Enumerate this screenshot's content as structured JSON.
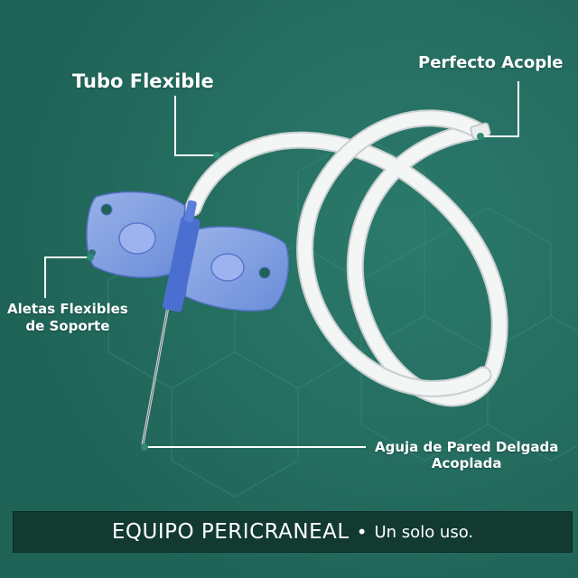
{
  "labels": {
    "tubo": "Tubo Flexible",
    "acople": "Perfecto Acople",
    "aletas_line1": "Aletas Flexibles",
    "aletas_line2": "de Soporte",
    "aguja_line1": "Aguja de Pared Delgada",
    "aguja_line2": "Acoplada"
  },
  "banner": {
    "title": "EQUIPO PERICRANEAL",
    "bullet": "•",
    "subtitle": "Un solo uso."
  },
  "colors": {
    "background": "#226b5e",
    "banner": "#123a30",
    "wing": "#7f9ee6",
    "tube": "#f1f3f3"
  }
}
